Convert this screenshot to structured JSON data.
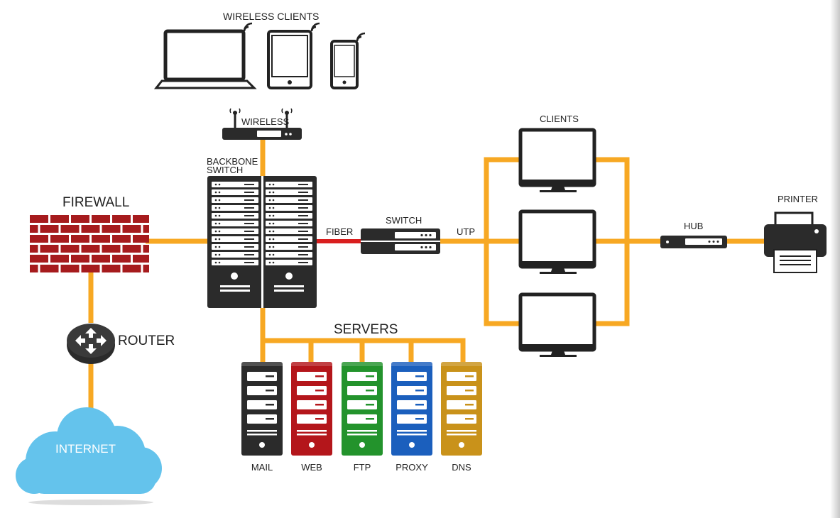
{
  "labels": {
    "wireless_clients": "WIRELESS CLIENTS",
    "wireless": "WIRELESS",
    "backbone_switch_line1": "BACKBONE",
    "backbone_switch_line2": "SWITCH",
    "firewall": "FIREWALL",
    "router": "ROUTER",
    "internet": "INTERNET",
    "fiber": "FIBER",
    "switch": "SWITCH",
    "utp": "UTP",
    "clients": "CLIENTS",
    "hub": "HUB",
    "printer": "PRINTER",
    "servers": "SERVERS"
  },
  "servers": [
    {
      "label": "MAIL",
      "color": "#2b2b2b"
    },
    {
      "label": "WEB",
      "color": "#b4161b"
    },
    {
      "label": "FTP",
      "color": "#23932c"
    },
    {
      "label": "PROXY",
      "color": "#1b5fbd"
    },
    {
      "label": "DNS",
      "color": "#c9921a"
    }
  ],
  "colors": {
    "link": "#f7a823",
    "fiber": "#d91e1e",
    "device": "#2b2b2b",
    "brick": "#a61b1d",
    "cloud": "#64c3ec"
  }
}
